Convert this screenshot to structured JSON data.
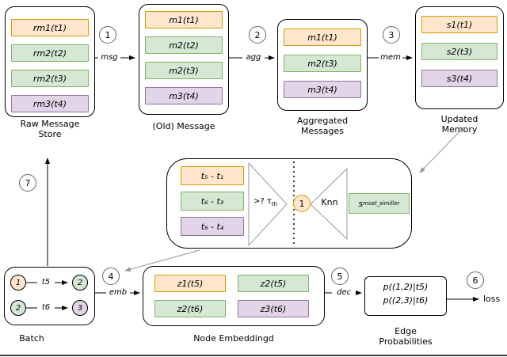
{
  "palette": {
    "orange_fill": "#ffe6cc",
    "orange_border": "#d79b00",
    "green_fill": "#d5e8d4",
    "green_border": "#82b366",
    "purple_fill": "#e1d5e7",
    "purple_border": "#9673a6",
    "gray_arrow": "#999999",
    "black": "#000000"
  },
  "raw_message_store": {
    "caption": "Raw Message Store",
    "items": [
      {
        "text": "rm1(t1)",
        "color": "orange"
      },
      {
        "text": "rm2(t2)",
        "color": "green"
      },
      {
        "text": "rm2(t3)",
        "color": "green"
      },
      {
        "text": "rm3(t4)",
        "color": "purple"
      }
    ]
  },
  "old_message": {
    "caption": "(Old) Message",
    "items": [
      {
        "text": "m1(t1)",
        "color": "orange"
      },
      {
        "text": "m2(t2)",
        "color": "green"
      },
      {
        "text": "m2(t3)",
        "color": "green"
      },
      {
        "text": "m3(t4)",
        "color": "purple"
      }
    ]
  },
  "aggregated_messages": {
    "caption": "Aggregated Messages",
    "items": [
      {
        "text": "m1(t1)",
        "color": "orange"
      },
      {
        "text": "m2(t3)",
        "color": "green"
      },
      {
        "text": "m3(t4)",
        "color": "purple"
      }
    ]
  },
  "updated_memory": {
    "caption": "Updated Memory",
    "items": [
      {
        "text": "s1(t1)",
        "color": "orange"
      },
      {
        "text": "s2(t3)",
        "color": "green"
      },
      {
        "text": "s3(t4)",
        "color": "purple"
      }
    ]
  },
  "knn_module": {
    "items": [
      {
        "text": "t₅ - t₁",
        "color": "orange"
      },
      {
        "text": "t₆ - t₃",
        "color": "green"
      },
      {
        "text": "t₆ - t₄",
        "color": "purple"
      }
    ],
    "threshold_main": ">? τ",
    "threshold_sub": "th",
    "circle_label": "1",
    "knn_label": "Knn",
    "result_main": "s",
    "result_sub": "most_similler"
  },
  "batch": {
    "caption": "Batch",
    "edges": [
      {
        "source": "1",
        "source_color": "orange",
        "edge_label": "t5",
        "target": "2",
        "target_color": "green"
      },
      {
        "source": "2",
        "source_color": "green",
        "edge_label": "t6",
        "target": "3",
        "target_color": "purple"
      }
    ]
  },
  "node_embeddings": {
    "caption": "Node Embeddingd",
    "items": [
      {
        "text": "z1(t5)",
        "color": "orange"
      },
      {
        "text": "z2(t5)",
        "color": "green"
      },
      {
        "text": "z2(t6)",
        "color": "green"
      },
      {
        "text": "z3(t6)",
        "color": "purple"
      }
    ]
  },
  "edge_probabilities": {
    "caption": "Edge Probabilities",
    "lines": [
      "p((1,2)|t5)",
      "p((2,3)|t6)"
    ]
  },
  "steps": [
    {
      "num": "1",
      "label": "msg"
    },
    {
      "num": "2",
      "label": "agg"
    },
    {
      "num": "3",
      "label": "mem"
    },
    {
      "num": "4",
      "label": "emb"
    },
    {
      "num": "5",
      "label": "dec"
    },
    {
      "num": "6",
      "label": "loss"
    },
    {
      "num": "7",
      "label": ""
    }
  ]
}
